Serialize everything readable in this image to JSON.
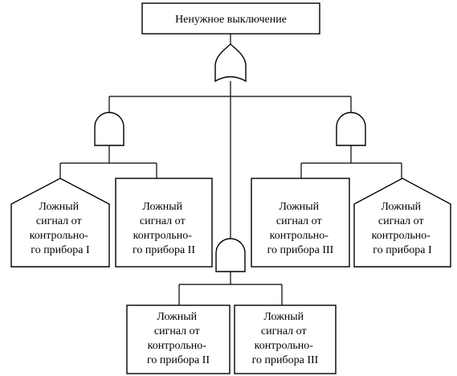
{
  "top_event": {
    "label": "Ненужное выключение"
  },
  "gates": {
    "top_or": "or-gate-icon",
    "left_and": "and-gate-icon",
    "right_and": "and-gate-icon",
    "bottom_and": "and-gate-icon"
  },
  "events": [
    {
      "lines": [
        "Ложный",
        "сигнал от",
        "контрольно-",
        "го прибора I"
      ],
      "shape": "house"
    },
    {
      "lines": [
        "Ложный",
        "сигнал от",
        "контрольно-",
        "го прибора II"
      ],
      "shape": "rectangle"
    },
    {
      "lines": [
        "Ложный",
        "сигнал от",
        "контрольно-",
        "го прибора III"
      ],
      "shape": "rectangle"
    },
    {
      "lines": [
        "Ложный",
        "сигнал от",
        "контрольно-",
        "го прибора I"
      ],
      "shape": "house"
    },
    {
      "lines": [
        "Ложный",
        "сигнал от",
        "контрольно-",
        "го прибора II"
      ],
      "shape": "rectangle"
    },
    {
      "lines": [
        "Ложный",
        "сигнал от",
        "контрольно-",
        "го прибора III"
      ],
      "shape": "rectangle"
    }
  ]
}
